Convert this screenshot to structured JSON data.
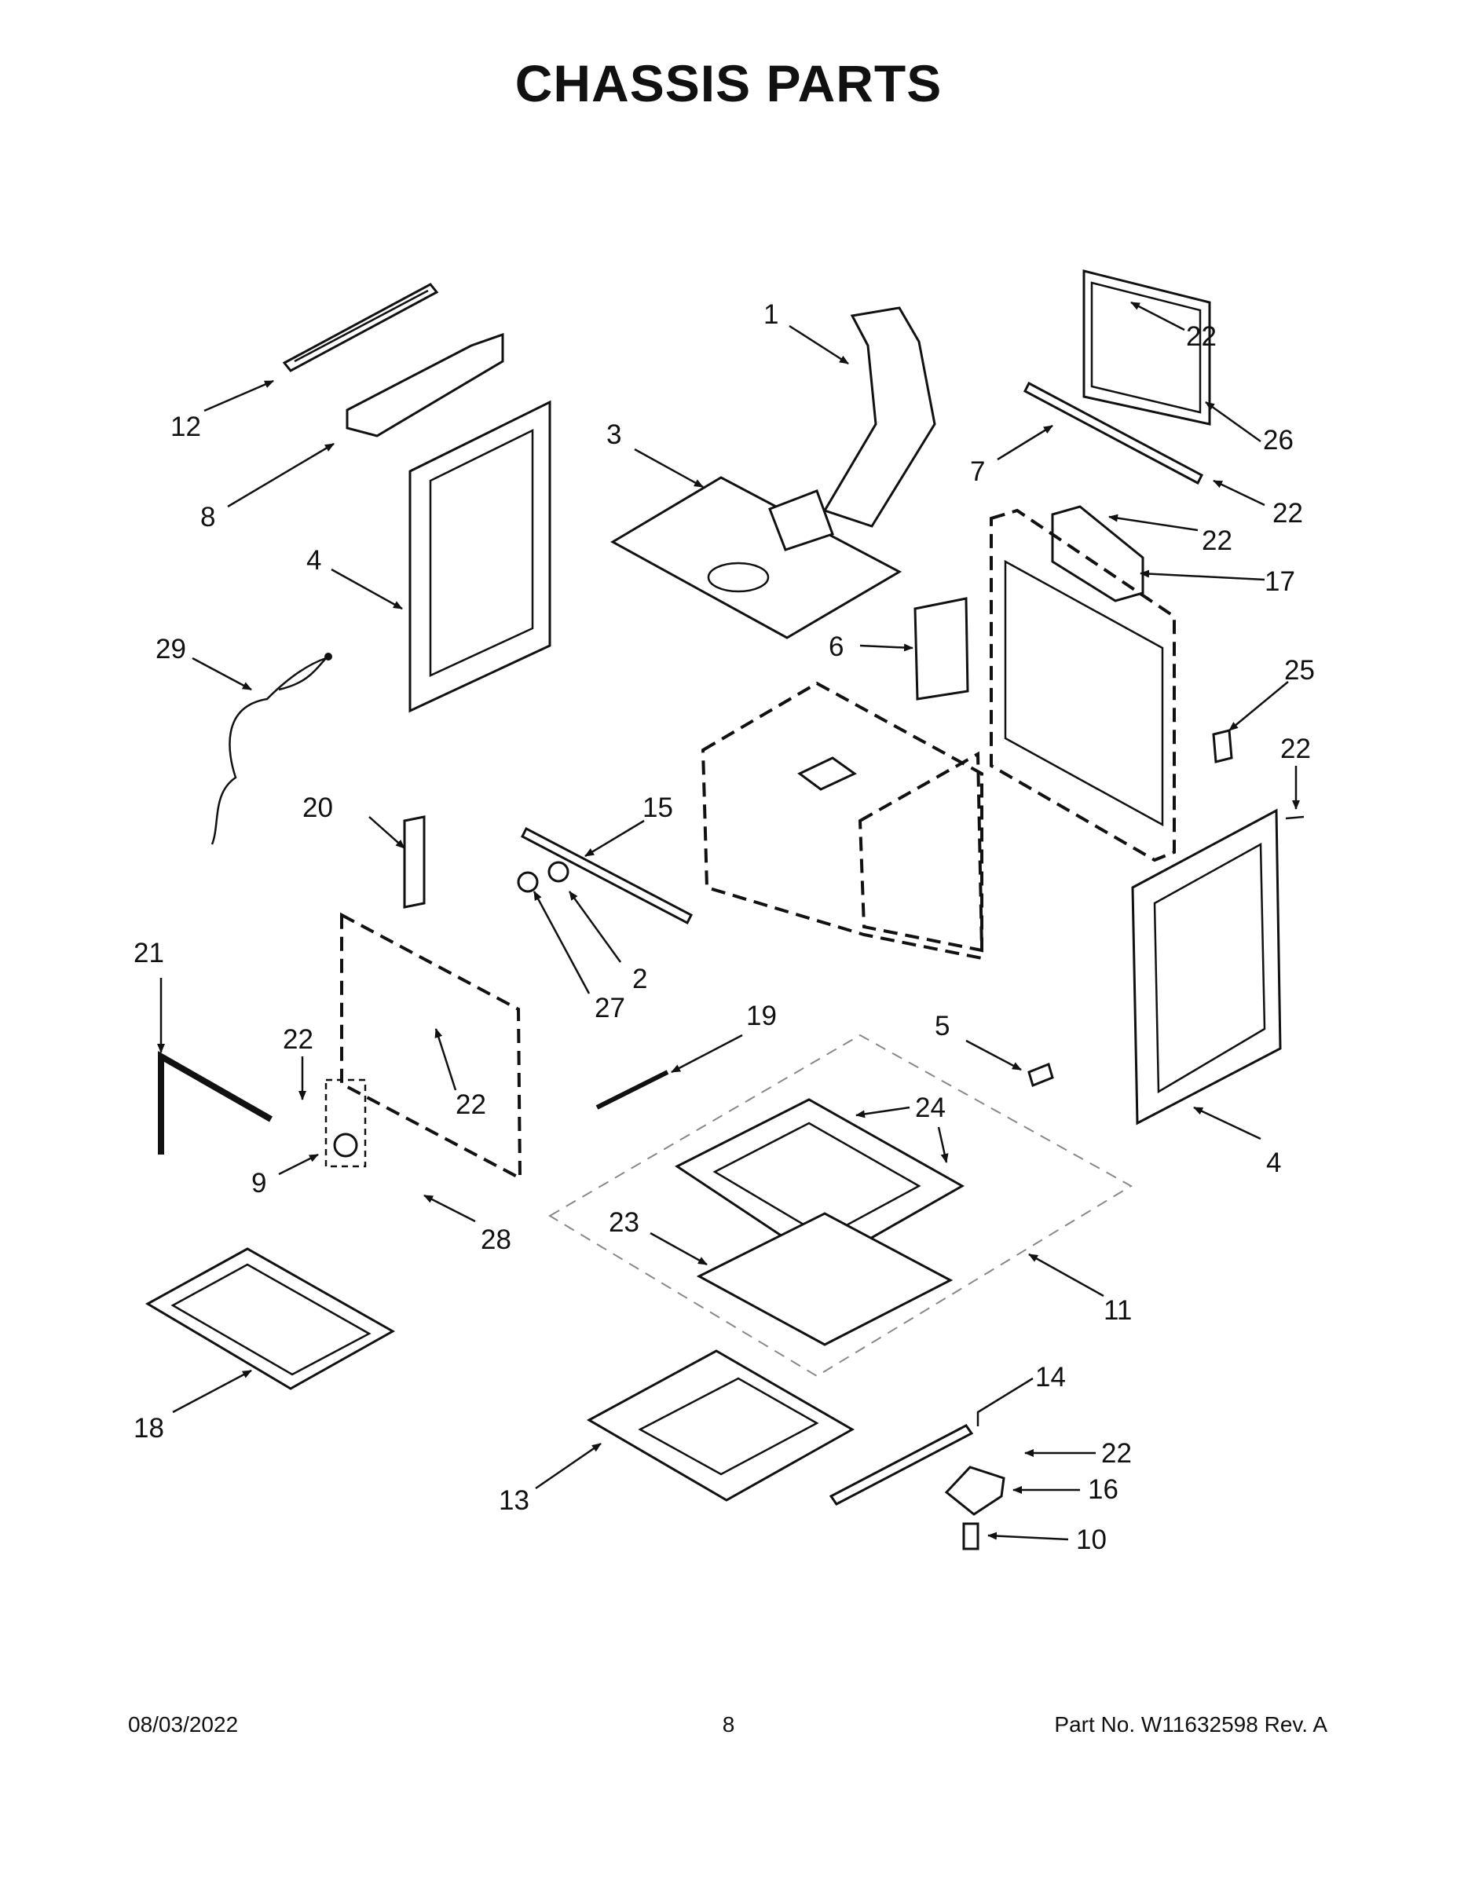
{
  "title": "CHASSIS PARTS",
  "footer": {
    "date": "08/03/2022",
    "page": "8",
    "part_number": "Part No.  W11632598  Rev.  A"
  },
  "callouts": {
    "c1": "1",
    "c2": "2",
    "c3": "3",
    "c4a": "4",
    "c4b": "4",
    "c5": "5",
    "c6": "6",
    "c7": "7",
    "c8": "8",
    "c9": "9",
    "c10": "10",
    "c11": "11",
    "c12": "12",
    "c13": "13",
    "c14": "14",
    "c15": "15",
    "c16": "16",
    "c17": "17",
    "c18": "18",
    "c19": "19",
    "c20": "20",
    "c21": "21",
    "c22a": "22",
    "c22b": "22",
    "c22c": "22",
    "c22d": "22",
    "c22e": "22",
    "c22f": "22",
    "c22g": "22",
    "c23": "23",
    "c24": "24",
    "c25": "25",
    "c26": "26",
    "c27": "27",
    "c28": "28",
    "c29": "29"
  }
}
